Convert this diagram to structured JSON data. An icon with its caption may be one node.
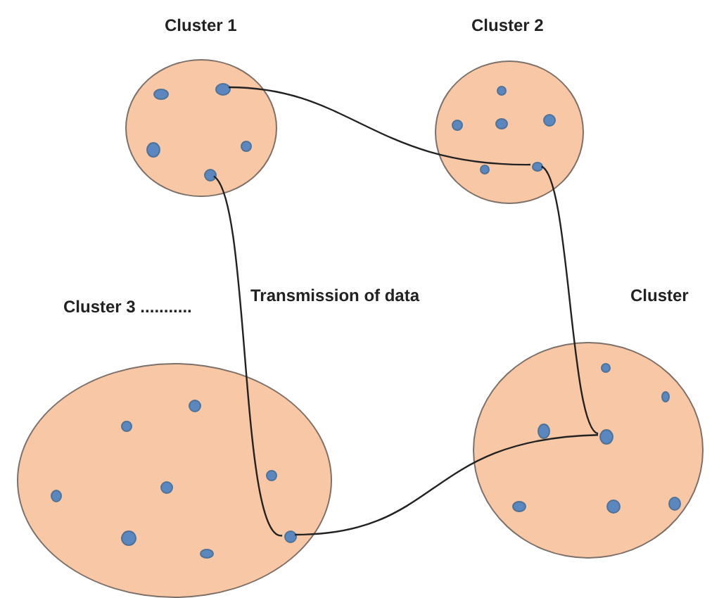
{
  "diagram": {
    "nodes": [
      {
        "text": [
          "Cluster 1"
        ]
      },
      {
        "text": [],
        "shape": "circle",
        "in": 0
      },
      {
        "text": [],
        "shape": "circle",
        "in": 0
      },
      {
        "text": [],
        "shape": "circle",
        "in": 0
      },
      {
        "text": [],
        "shape": "circle",
        "in": 0
      },
      {
        "text": [],
        "shape": "circle",
        "in": 0
      },
      {
        "text": [
          "Cluster 2"
        ]
      },
      {
        "text": [],
        "shape": "circle",
        "in": 6
      },
      {
        "text": [],
        "shape": "circle",
        "in": 6
      },
      {
        "text": [],
        "shape": "circle",
        "in": 6
      },
      {
        "text": [],
        "shape": "circle",
        "in": 6
      },
      {
        "text": [],
        "shape": "circle",
        "in": 6
      },
      {
        "text": [],
        "shape": "circle",
        "in": 6
      },
      {
        "text": [
          "Cluster 3 ..........."
        ]
      },
      {
        "text": [],
        "shape": "circle",
        "in": 13
      },
      {
        "text": [],
        "shape": "circle",
        "in": 13
      },
      {
        "text": [],
        "shape": "circle",
        "in": 13
      },
      {
        "text": [],
        "shape": "circle",
        "in": 13
      },
      {
        "text": [],
        "shape": "circle",
        "in": 13
      },
      {
        "text": [],
        "shape": "circle",
        "in": 13
      },
      {
        "text": [],
        "shape": "circle",
        "in": 13
      },
      {
        "text": [],
        "shape": "circle",
        "in": 13
      },
      {
        "text": [
          "Cluster"
        ]
      },
      {
        "text": [],
        "shape": "circle",
        "in": 22
      },
      {
        "text": [],
        "shape": "circle",
        "in": 22
      },
      {
        "text": [],
        "shape": "circle",
        "in": 22
      },
      {
        "text": [],
        "shape": "circle",
        "in": 22
      },
      {
        "text": [],
        "shape": "circle",
        "in": 22
      },
      {
        "text": [],
        "shape": "circle",
        "in": 22
      },
      {
        "text": [],
        "shape": "circle",
        "in": 22
      }
    ],
    "edges": [
      {
        "from": 2,
        "to": 12,
        "arrow": "none"
      },
      {
        "from": 5,
        "to": 19,
        "arrow": "none",
        "label": "Transmission of data"
      },
      {
        "from": 12,
        "to": 26,
        "arrow": "none"
      },
      {
        "from": 19,
        "to": 26,
        "arrow": "none"
      }
    ]
  }
}
